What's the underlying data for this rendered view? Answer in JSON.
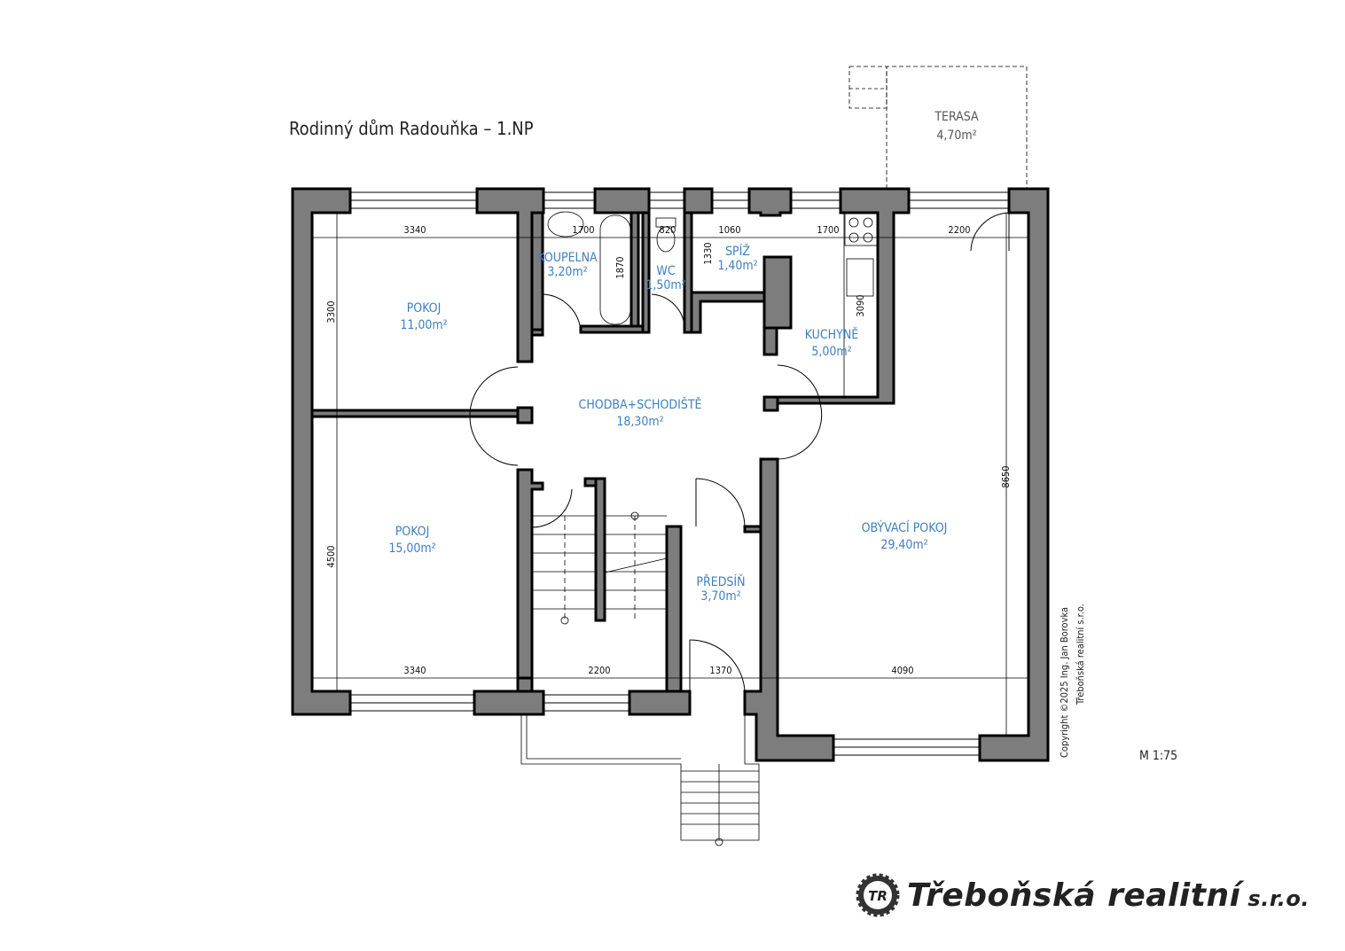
{
  "title": "Rodinný dům Radouňka – 1.NP",
  "rooms": {
    "terasa": {
      "name": "TERASA",
      "area": "4,70m²"
    },
    "koupelna": {
      "name": "KOUPELNA",
      "area": "3,20m²"
    },
    "wc": {
      "name": "WC",
      "area": "1,50m²"
    },
    "spiz": {
      "name": "SPÍŽ",
      "area": "1,40m²"
    },
    "pokoj1": {
      "name": "POKOJ",
      "area": "11,00m²"
    },
    "kuchyne": {
      "name": "KUCHYNĚ",
      "area": "5,00m²"
    },
    "chodba": {
      "name": "CHODBA+SCHODIŠTĚ",
      "area": "18,30m²"
    },
    "pokoj2": {
      "name": "POKOJ",
      "area": "15,00m²"
    },
    "obyvaci": {
      "name": "OBÝVACÍ POKOJ",
      "area": "29,40m²"
    },
    "predsin": {
      "name": "PŘEDSÍŇ",
      "area": "3,70m²"
    }
  },
  "dimensions": {
    "top_pokoj": "3340",
    "koupelna_w": "1700",
    "wc_w": "820",
    "spiz_w": "1060",
    "kuchyne_w": "1700",
    "obyvaci_top": "2200",
    "pokoj1_h": "3300",
    "koupelna_h": "1870",
    "spiz_h": "1330",
    "kuchyne_h": "3090",
    "pokoj2_h": "4500",
    "obyvaci_h": "8650",
    "bottom_pokoj": "3340",
    "bottom_stairs": "2200",
    "bottom_predsin": "1370",
    "bottom_obyvaci": "4090"
  },
  "copyright": {
    "line1": "Copyright ©2025 Ing. Jan Borovka",
    "line2": "Třeboňská realitní s.r.o."
  },
  "scale": "M 1:75",
  "logo": {
    "mark": "TR",
    "name": "Třeboňská realitní",
    "suffix": "s.r.o."
  },
  "colors": {
    "wall": "#7d7d7d",
    "label": "#3f7fc0"
  }
}
